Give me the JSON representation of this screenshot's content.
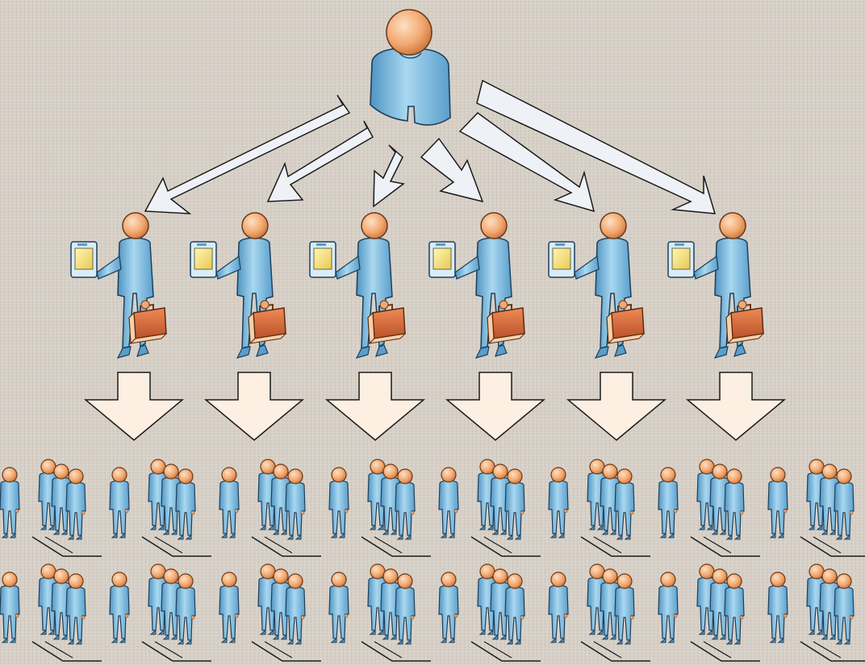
{
  "diagram": {
    "colors": {
      "background": "#d7d0c7",
      "person_blue": "#7fbde0",
      "person_blue_dark": "#4b8fbd",
      "head_orange": "#f2a870",
      "briefcase": "#d96a3a",
      "device_yellow": "#f4e07a",
      "big_arrow_fill": "#fdf0e3",
      "thin_arrow_fill": "#eef2f7"
    },
    "levels": {
      "top": {
        "count": 1,
        "icon": "manager-person-icon"
      },
      "middle": {
        "count": 6,
        "icon": "employee-with-briefcase-and-device-icon"
      },
      "bottom": {
        "rows": 2,
        "groups_per_row": 8,
        "icon": "workgroup-people-icon"
      }
    },
    "connectors": {
      "top_to_middle": {
        "count": 6,
        "style": "thin-outlined-arrow"
      },
      "middle_to_bottom": {
        "count": 6,
        "style": "wide-block-down-arrow"
      }
    }
  }
}
